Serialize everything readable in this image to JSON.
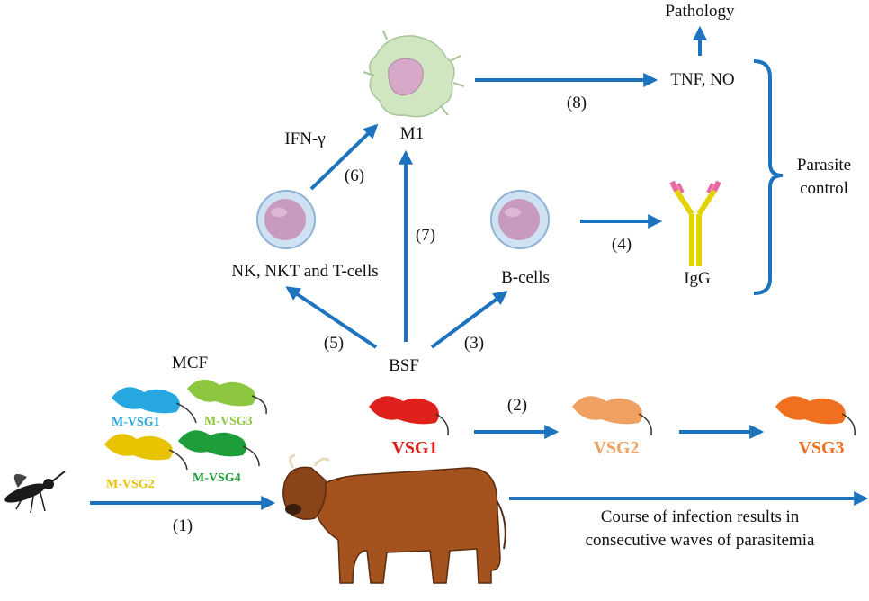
{
  "colors": {
    "arrow": "#1e73be",
    "mvsg1": "#28a8e0",
    "mvsg2": "#e8c400",
    "mvsg3": "#8dc63f",
    "mvsg4": "#1e9e3a",
    "vsg1": "#e0201a",
    "vsg2": "#f0a060",
    "vsg3": "#f07020",
    "cow": "#a4521e",
    "macrophage": "#cfe6c0"
  },
  "labels": {
    "pathology": "Pathology",
    "tnf_no": "TNF, NO",
    "m1": "M1",
    "ifn": "IFN-γ",
    "parasite_control_1": "Parasite",
    "parasite_control_2": "control",
    "nk_cells": "NK, NKT and T-cells",
    "b_cells": "B-cells",
    "igg": "IgG",
    "bsf": "BSF",
    "mcf": "MCF",
    "course_1": "Course of infection results in",
    "course_2": "consecutive waves of parasitemia"
  },
  "steps": [
    "(1)",
    "(2)",
    "(3)",
    "(4)",
    "(5)",
    "(6)",
    "(7)",
    "(8)"
  ],
  "metacyclic_vsgs": [
    "M-VSG1",
    "M-VSG2",
    "M-VSG3",
    "M-VSG4"
  ],
  "bloodstream_vsgs": [
    "VSG1",
    "VSG2",
    "VSG3"
  ],
  "icons": [
    "tsetse-fly-icon",
    "cow-icon",
    "trypanosome-icon",
    "macrophage-icon",
    "lymphocyte-icon",
    "antibody-icon"
  ]
}
